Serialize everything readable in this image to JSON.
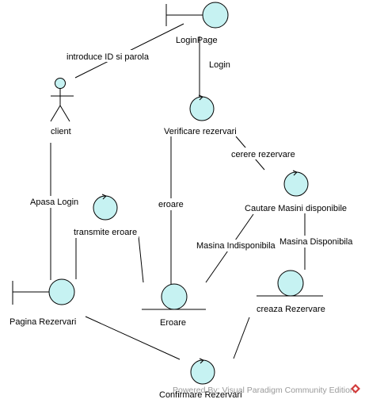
{
  "colors": {
    "node_fill": "#c6f2f2",
    "line": "#000000",
    "background": "#ffffff",
    "watermark_text": "#9a9a9a",
    "logo": "#d23a3a"
  },
  "actors": {
    "client": {
      "label": "client",
      "icon": "stick-figure-actor-icon"
    }
  },
  "boundaries": {
    "login_page": {
      "label": "LoginPage",
      "icon": "boundary-icon"
    },
    "pagina_rezervari": {
      "label": "Pagina Rezervari",
      "icon": "boundary-icon"
    }
  },
  "controls": {
    "verificare_rezervari": {
      "label": "Verificare rezervari",
      "icon": "control-icon"
    },
    "cautare_masini": {
      "label": "Cautare Masini disponibile",
      "icon": "control-icon"
    },
    "transmite_eroare": {
      "label": "",
      "icon": "control-icon"
    },
    "confirmare_rezervari": {
      "label": "Confirmare Rezervari",
      "icon": "control-icon"
    }
  },
  "entities": {
    "eroare": {
      "label": "Eroare",
      "icon": "entity-icon"
    },
    "creaza_rezervare": {
      "label": "creaza Rezervare",
      "icon": "entity-icon"
    }
  },
  "connections": {
    "introduce_id": "introduce ID si parola",
    "login": "Login",
    "cerere_rezervare": "cerere rezervare",
    "eroare": "eroare",
    "apasa_login": "Apasa Login",
    "transmite_eroare": "transmite eroare",
    "masina_indisponibila": "Masina Indisponibila",
    "masina_disponibila": "Masina Disponibila"
  },
  "watermark": {
    "text": "Powered By: Visual Paradigm Community Edition",
    "icon": "visual-paradigm-logo-icon"
  }
}
